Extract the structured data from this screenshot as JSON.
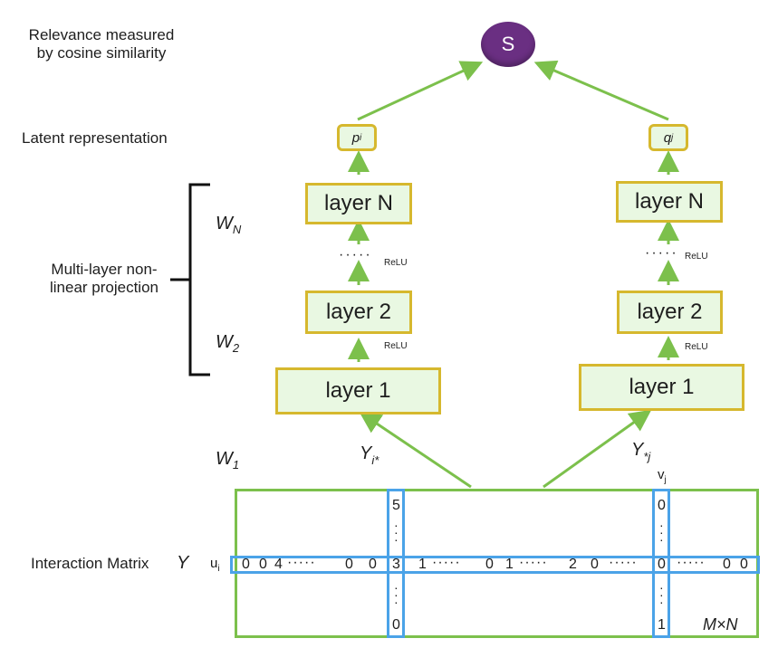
{
  "labels": {
    "relevance_line1": "Relevance measured",
    "relevance_line2": "by cosine similarity",
    "latent": "Latent representation",
    "mlp_line1": "Multi-layer non-",
    "mlp_line2": "linear projection",
    "interaction": "Interaction Matrix",
    "interaction_symbol": "Y"
  },
  "weights": {
    "wn_base": "W",
    "wn_sub": "N",
    "w2_base": "W",
    "w2_sub": "2",
    "w1_base": "W",
    "w1_sub": "1"
  },
  "top_node": "S",
  "left_tower": {
    "layer_n": "layer N",
    "layer_2": "layer 2",
    "layer_1": "layer 1",
    "rep": "p",
    "rep_sub": "i",
    "input_base": "Y",
    "input_sub": "i*"
  },
  "right_tower": {
    "layer_n": "layer N",
    "layer_2": "layer 2",
    "layer_1": "layer 1",
    "rep": "q",
    "rep_sub": "j",
    "input_base": "Y",
    "input_sub": "*j"
  },
  "relu": "ReLU",
  "ellipsis": "·····",
  "matrix": {
    "row_label": "u",
    "row_label_sub": "i",
    "col_label": "v",
    "col_label_sub": "j",
    "dims": "M×N",
    "row_cells": [
      "0",
      "0",
      "4",
      "·····",
      "0",
      "0",
      "3",
      "1",
      "·····",
      "0",
      "1",
      "·····",
      "2",
      "0",
      "·····",
      "0",
      "·····",
      "0",
      "0"
    ],
    "col_i": {
      "top": "5",
      "bottom": "0"
    },
    "col_j": {
      "top": "0",
      "bottom": "1"
    }
  },
  "colors": {
    "arrow": "#7cc04c",
    "layer_fill": "#e9f8e2",
    "layer_border": "#d6b82e",
    "node": "#6a2f82",
    "matrix_border": "#7cc04c",
    "highlight": "#4ba3e8"
  }
}
